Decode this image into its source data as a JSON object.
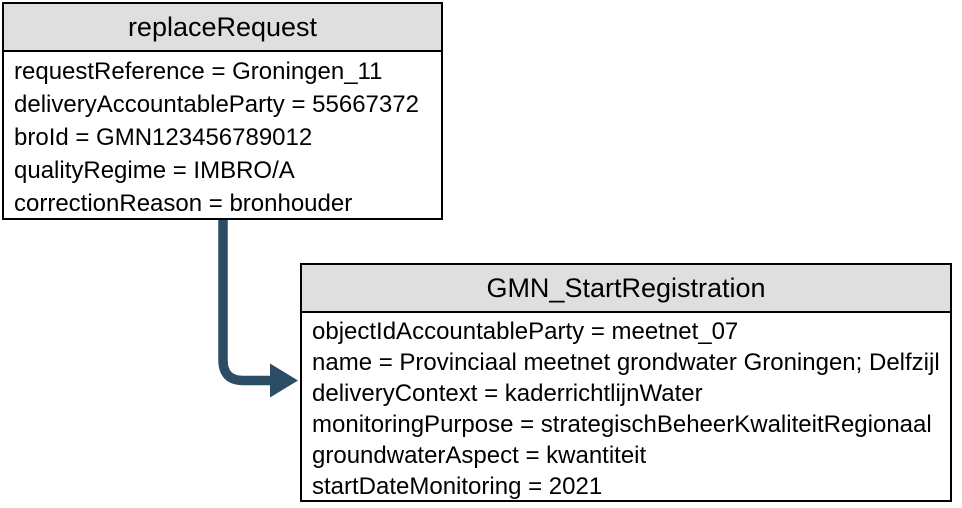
{
  "styles": {
    "background": "#ffffff",
    "border_color": "#000000",
    "header_bg": "#dfdfdf",
    "text_color": "#000000",
    "arrow_color": "#2b4d66"
  },
  "boxes": {
    "replace_request": {
      "title": "replaceRequest",
      "attributes": [
        "requestReference = Groningen_11",
        "deliveryAccountableParty = 55667372",
        "broId = GMN123456789012",
        "qualityRegime = IMBRO/A",
        "correctionReason = bronhouder"
      ]
    },
    "gmn_start_registration": {
      "title": "GMN_StartRegistration",
      "attributes": [
        "objectIdAccountableParty = meetnet_07",
        "name = Provinciaal meetnet grondwater Groningen; Delfzijl",
        "deliveryContext = kaderrichtlijnWater",
        "monitoringPurpose = strategischBeheerKwaliteitRegionaal",
        "groundwaterAspect = kwantiteit",
        "startDateMonitoring = 2021"
      ]
    }
  }
}
